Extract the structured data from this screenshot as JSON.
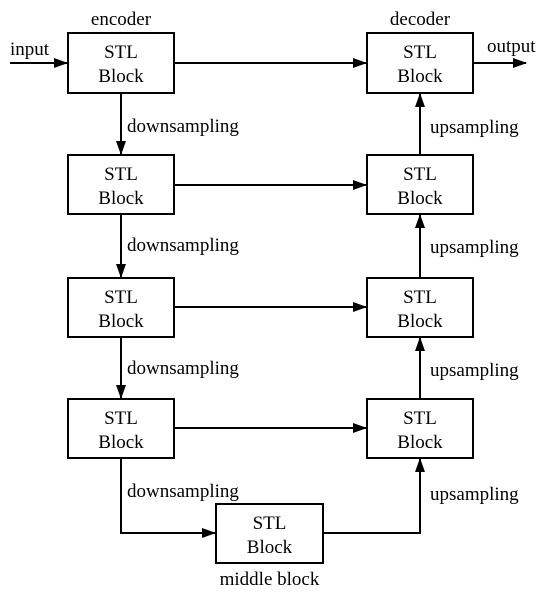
{
  "labels": {
    "encoder": "encoder",
    "decoder": "decoder",
    "input": "input",
    "output": "output",
    "middle": "middle block"
  },
  "block": {
    "line1": "STL",
    "line2": "Block"
  },
  "edges": {
    "downsampling": "downsampling",
    "upsampling": "upsampling"
  },
  "encoder_blocks": 4,
  "decoder_blocks": 4,
  "colors": {
    "stroke": "#000000",
    "fill": "#ffffff"
  }
}
